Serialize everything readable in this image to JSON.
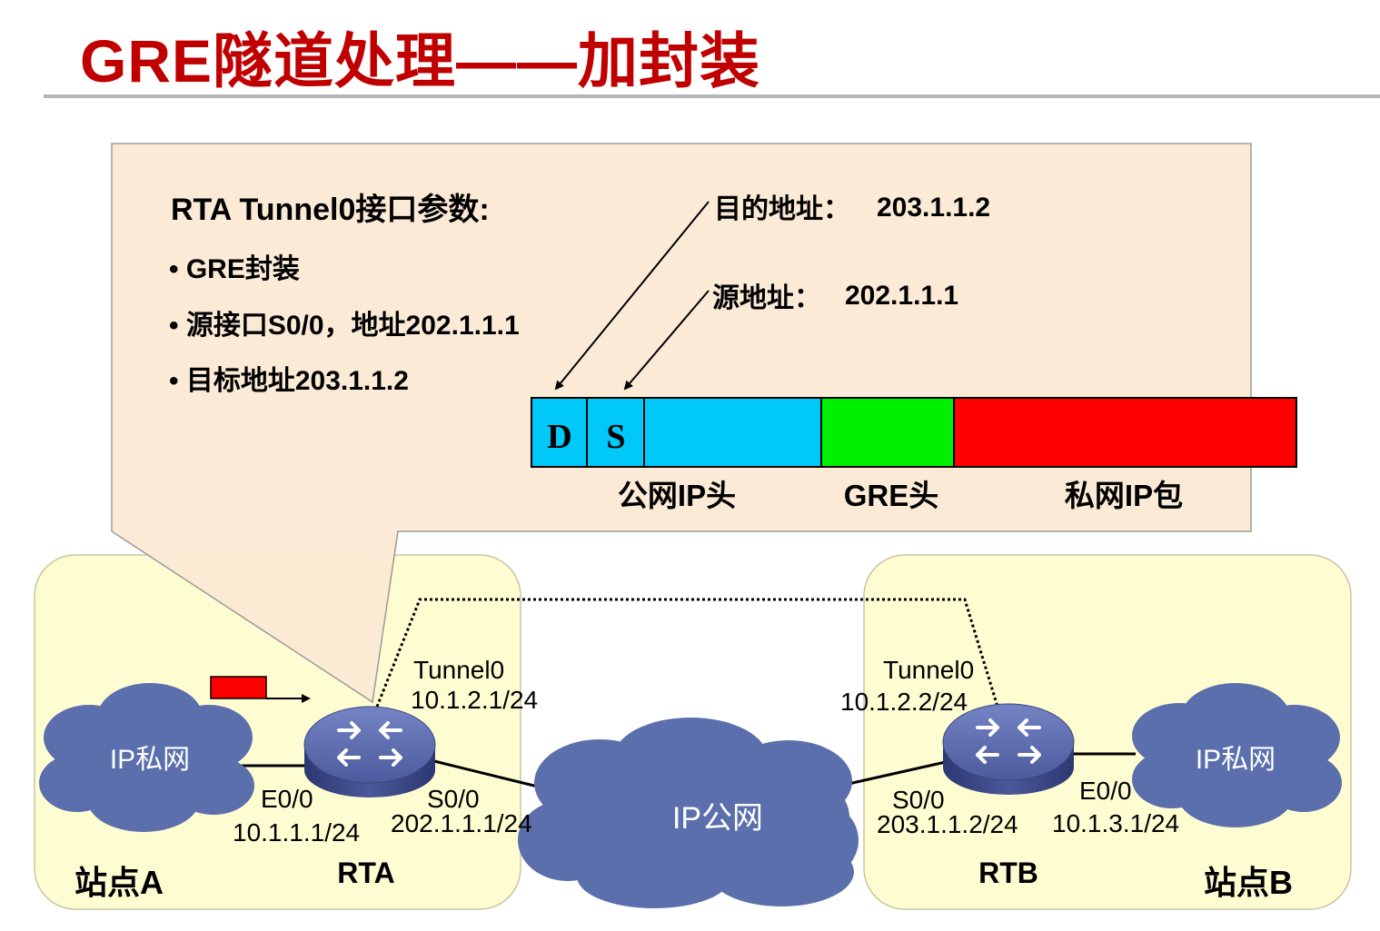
{
  "title": "GRE隧道处理——加封装",
  "params": {
    "heading": "RTA Tunnel0接口参数:",
    "bullets": [
      "• GRE封装",
      "• 源接口S0/0，地址202.1.1.1",
      "• 目标地址203.1.1.2"
    ]
  },
  "dest_addr": {
    "label": "目的地址：",
    "value": "203.1.1.2"
  },
  "src_addr": {
    "label": "源地址：",
    "value": "202.1.1.1"
  },
  "packet": {
    "d_label": "D",
    "s_label": "S",
    "public_header_label": "公网IP头",
    "gre_header_label": "GRE头",
    "private_packet_label": "私网IP包",
    "colors": {
      "public": "#00c8f8",
      "gre": "#00f000",
      "private": "#ff0000"
    }
  },
  "site_a": {
    "label": "站点A",
    "cloud_label": "IP私网",
    "router_label": "RTA",
    "tunnel_if": "Tunnel0",
    "tunnel_ip": "10.1.2.1/24",
    "e_if": "E0/0",
    "e_ip": "10.1.1.1/24",
    "s_if": "S0/0",
    "s_ip": "202.1.1.1/24"
  },
  "site_b": {
    "label": "站点B",
    "cloud_label": "IP私网",
    "router_label": "RTB",
    "tunnel_if": "Tunnel0",
    "tunnel_ip": "10.1.2.2/24",
    "e_if": "E0/0",
    "e_ip": "10.1.3.1/24",
    "s_if": "S0/0",
    "s_ip": "203.1.1.2/24"
  },
  "public_cloud_label": "IP公网",
  "colors": {
    "title": "#c00000",
    "callout_bg": "#fbe9d3",
    "site_bg": "#fefdd2",
    "cloud": "#5a6fac",
    "router": "#4f5fa0"
  }
}
